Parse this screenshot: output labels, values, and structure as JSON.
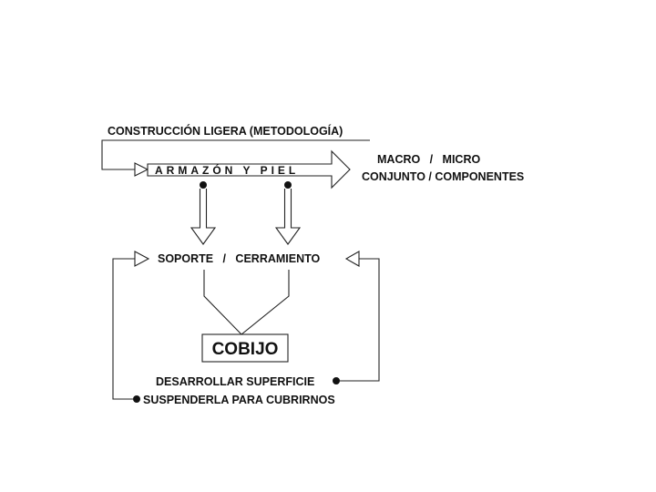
{
  "title": "CONSTRUCCIÓN LIGERA (METODOLOGÍA)",
  "main_arrow_label": "ARMAZÓN Y PIEL",
  "scale_label": "MACRO   /   MICRO",
  "scope_label": "CONJUNTO / COMPONENTES",
  "middle_label": "SOPORTE   /   CERRAMIENTO",
  "result_label": "COBIJO",
  "action_1": "DESARROLLAR SUPERFICIE",
  "action_2": "SUSPENDERLA PARA CUBRIRNOS",
  "colors": {
    "line": "#222222",
    "text": "#111111",
    "background": "#ffffff"
  }
}
